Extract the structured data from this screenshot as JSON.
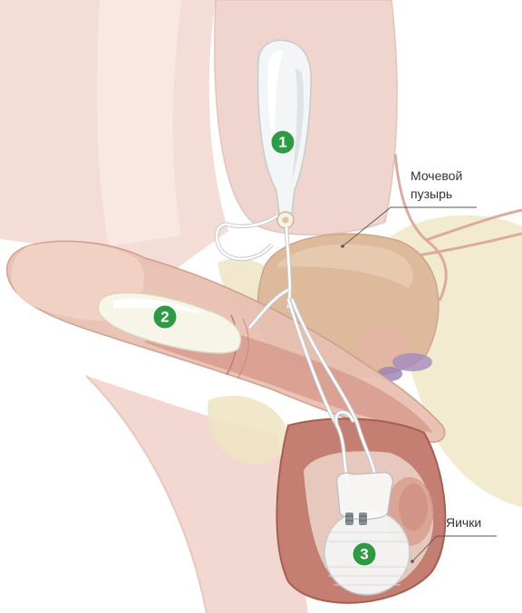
{
  "labels": {
    "bladder": {
      "line1": "Мочевой",
      "line2": "пузырь"
    },
    "testicles": "Яички"
  },
  "badges": [
    "1",
    "2",
    "3"
  ],
  "colors": {
    "badge": "#2f9a44",
    "badge_text": "#ffffff",
    "label_text": "#333333",
    "leader_line": "#555555"
  }
}
